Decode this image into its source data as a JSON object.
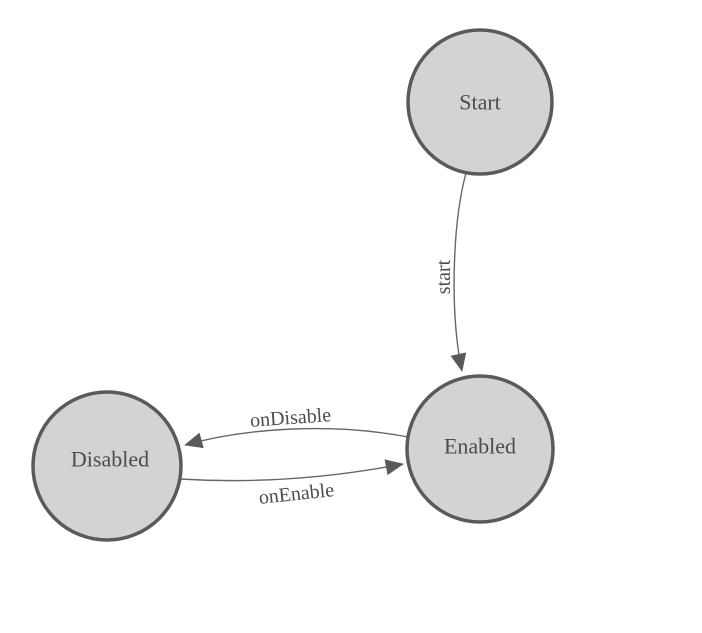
{
  "diagram": {
    "type": "state-machine"
  },
  "nodes": [
    {
      "id": "start",
      "label": "Start"
    },
    {
      "id": "enabled",
      "label": "Enabled"
    },
    {
      "id": "disabled",
      "label": "Disabled"
    }
  ],
  "edges": [
    {
      "id": "start-to-enabled",
      "label": "start",
      "from": "start",
      "to": "enabled"
    },
    {
      "id": "enabled-to-disabled",
      "label": "onDisable",
      "from": "enabled",
      "to": "disabled"
    },
    {
      "id": "disabled-to-enabled",
      "label": "onEnable",
      "from": "disabled",
      "to": "enabled"
    }
  ],
  "colors": {
    "node_fill": "#d3d3d3",
    "node_stroke": "#5a5a5c",
    "edge_stroke": "#666668",
    "arrow_fill": "#5a5a5c",
    "label_color": "#4b4b51",
    "background": "#ffffff"
  }
}
